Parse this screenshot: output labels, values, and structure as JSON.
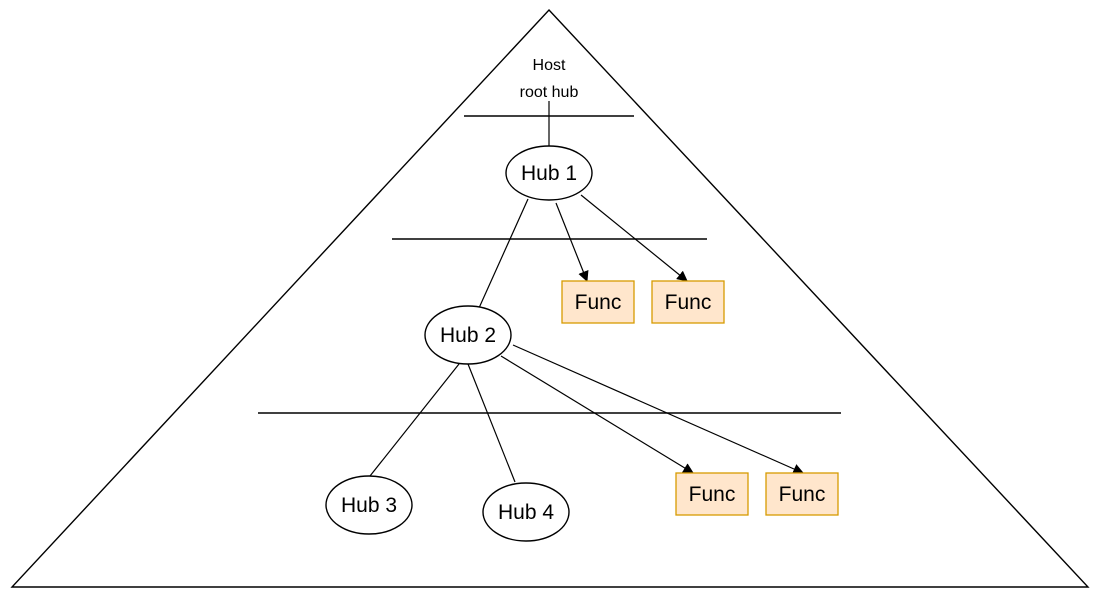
{
  "root": {
    "label_line1": "Host",
    "label_line2": "root hub"
  },
  "hubs": {
    "hub1": "Hub 1",
    "hub2": "Hub 2",
    "hub3": "Hub 3",
    "hub4": "Hub 4"
  },
  "functions": {
    "func_a": "Func",
    "func_b": "Func",
    "func_c": "Func",
    "func_d": "Func"
  },
  "colors": {
    "func_fill": "#ffe6cc",
    "func_stroke": "#d79b00",
    "line": "#000000"
  }
}
